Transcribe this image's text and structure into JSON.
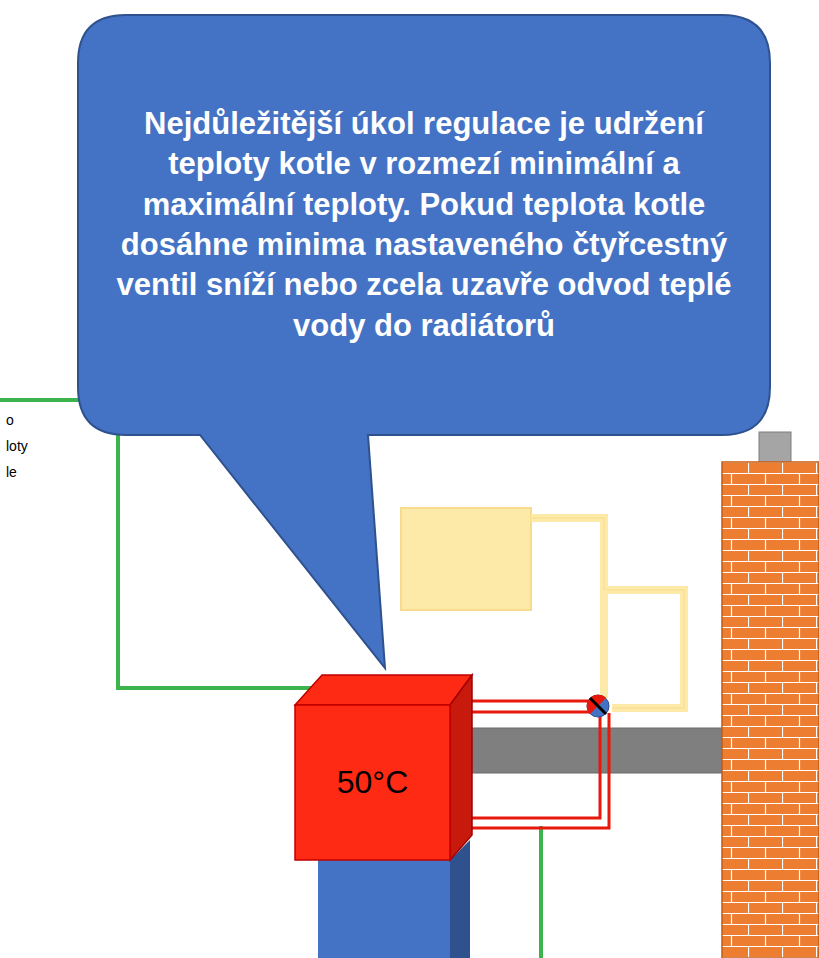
{
  "diagram": {
    "nodes": [
      {
        "text": [
          "Nejdůležitější úkol regulace je udržení teploty kotle v rozmezí minimální a maximální teploty. Pokud teplota kotle dosáhne minima nastaveného čtyřcestný ventil sníží nebo zcela uzavře odvod teplé vody do radiátorů"
        ]
      },
      {
        "text": [
          "50°C"
        ]
      }
    ],
    "labels": [
      "o",
      "loty",
      "le"
    ]
  }
}
